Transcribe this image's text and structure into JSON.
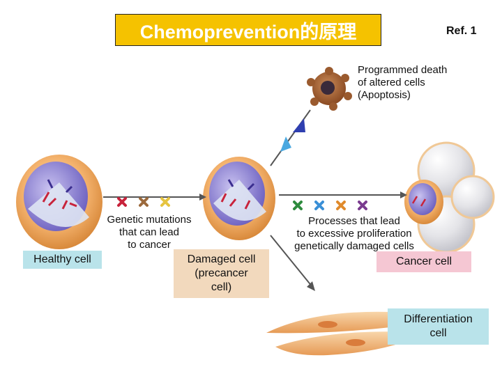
{
  "title": "Chemoprevention的原理",
  "ref": "Ref. 1",
  "labels": {
    "apoptosis": "Programmed death\nof altered cells\n(Apoptosis)",
    "mutations": "Genetic mutations\nthat can lead\nto cancer",
    "processes": "Processes that lead\nto excessive proliferation\ngenetically damaged cells"
  },
  "boxes": {
    "healthy": "Healthy cell",
    "damaged": "Damaged cell\n(precancer\ncell)",
    "cancer": "Cancer cell",
    "differentiation": "Differentiation\ncell"
  },
  "colors": {
    "title_bg": "#f5c200",
    "healthy_bg": "#b9e3ea",
    "damaged_bg": "#f2d9bd",
    "cancer_bg": "#f5c7d3",
    "arrow_blue": "#2f3fb0",
    "mutation_red": "#c8233b",
    "mutation_brown": "#9c6a3c",
    "mutation_yellow": "#e6c440",
    "mutation_green": "#2e8b3e",
    "mutation_blue": "#3a8fd6",
    "mutation_purple": "#7a3b8f"
  }
}
